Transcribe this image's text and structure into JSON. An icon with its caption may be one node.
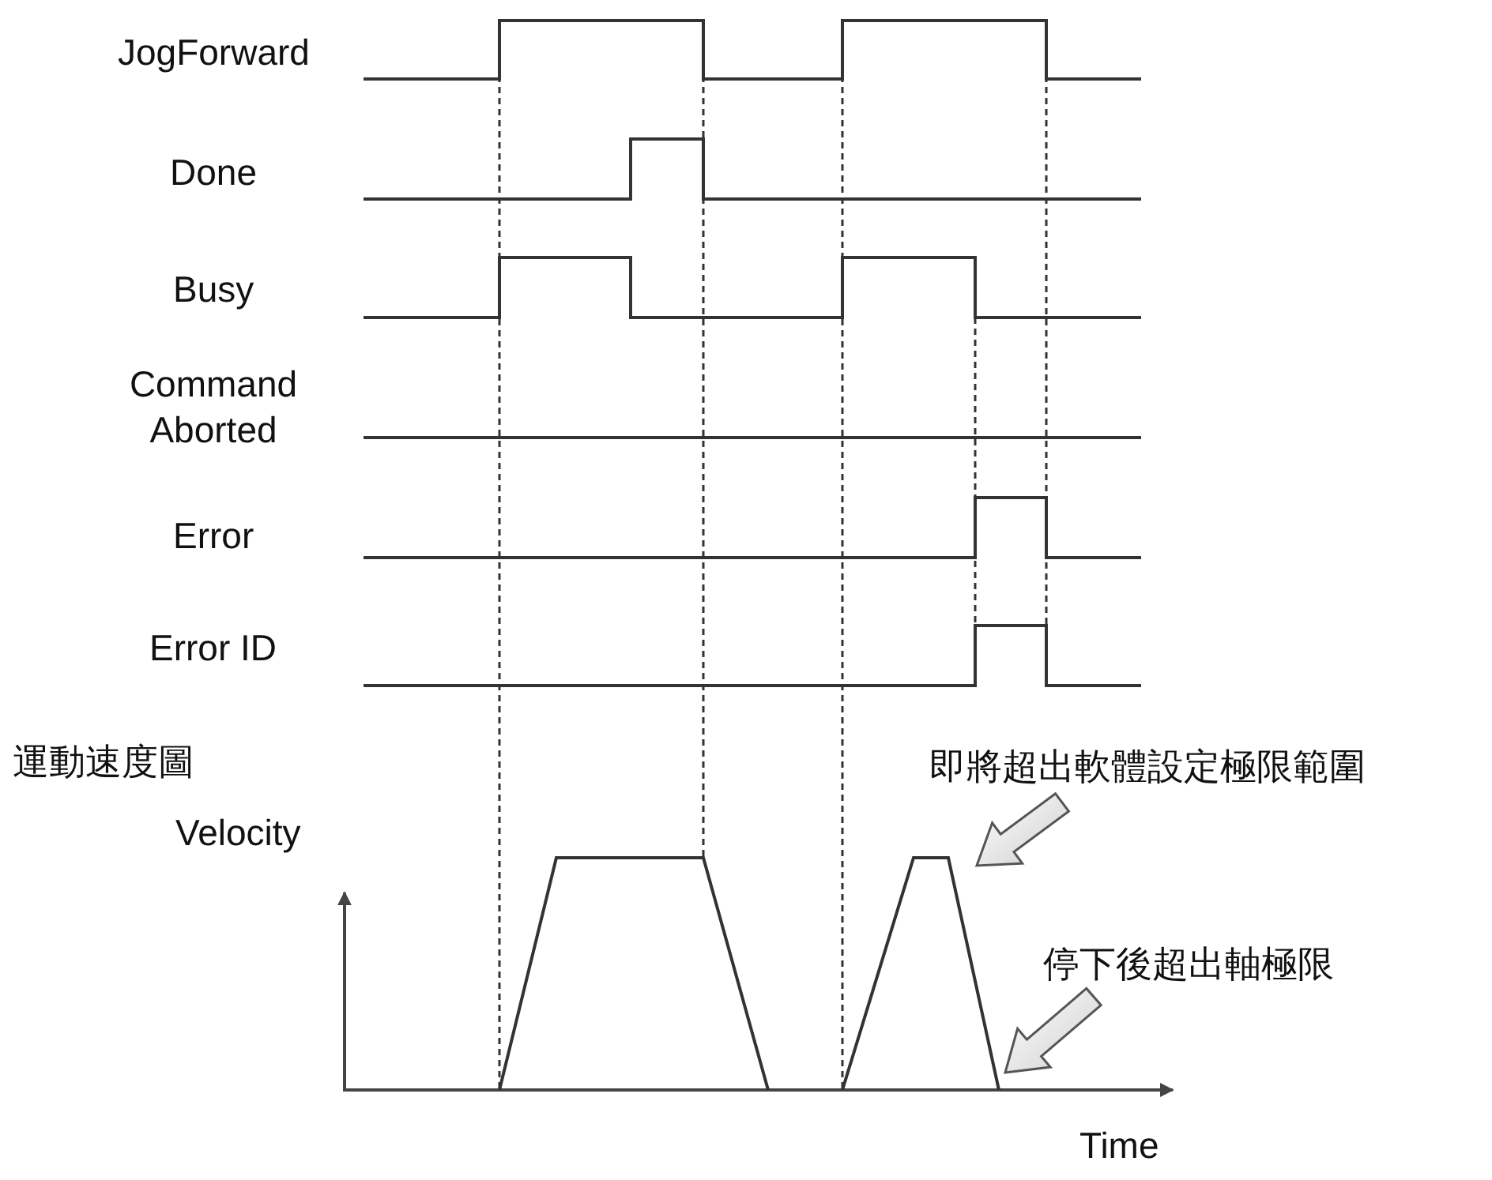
{
  "diagram": {
    "nodes": [
      {
        "text": [
          "即將超出軟體設定極限範圍"
        ]
      },
      {
        "text": [
          "停下後超出軸極限"
        ]
      }
    ],
    "edges": [
      {
        "from": 0,
        "to": null,
        "arrow": "to"
      },
      {
        "from": 1,
        "to": null,
        "arrow": "to"
      }
    ],
    "labels": [
      "JogForward",
      "Done",
      "Busy",
      "Command Aborted",
      "Error",
      "Error ID",
      "運動速度圖",
      "Velocity",
      "Time"
    ]
  }
}
